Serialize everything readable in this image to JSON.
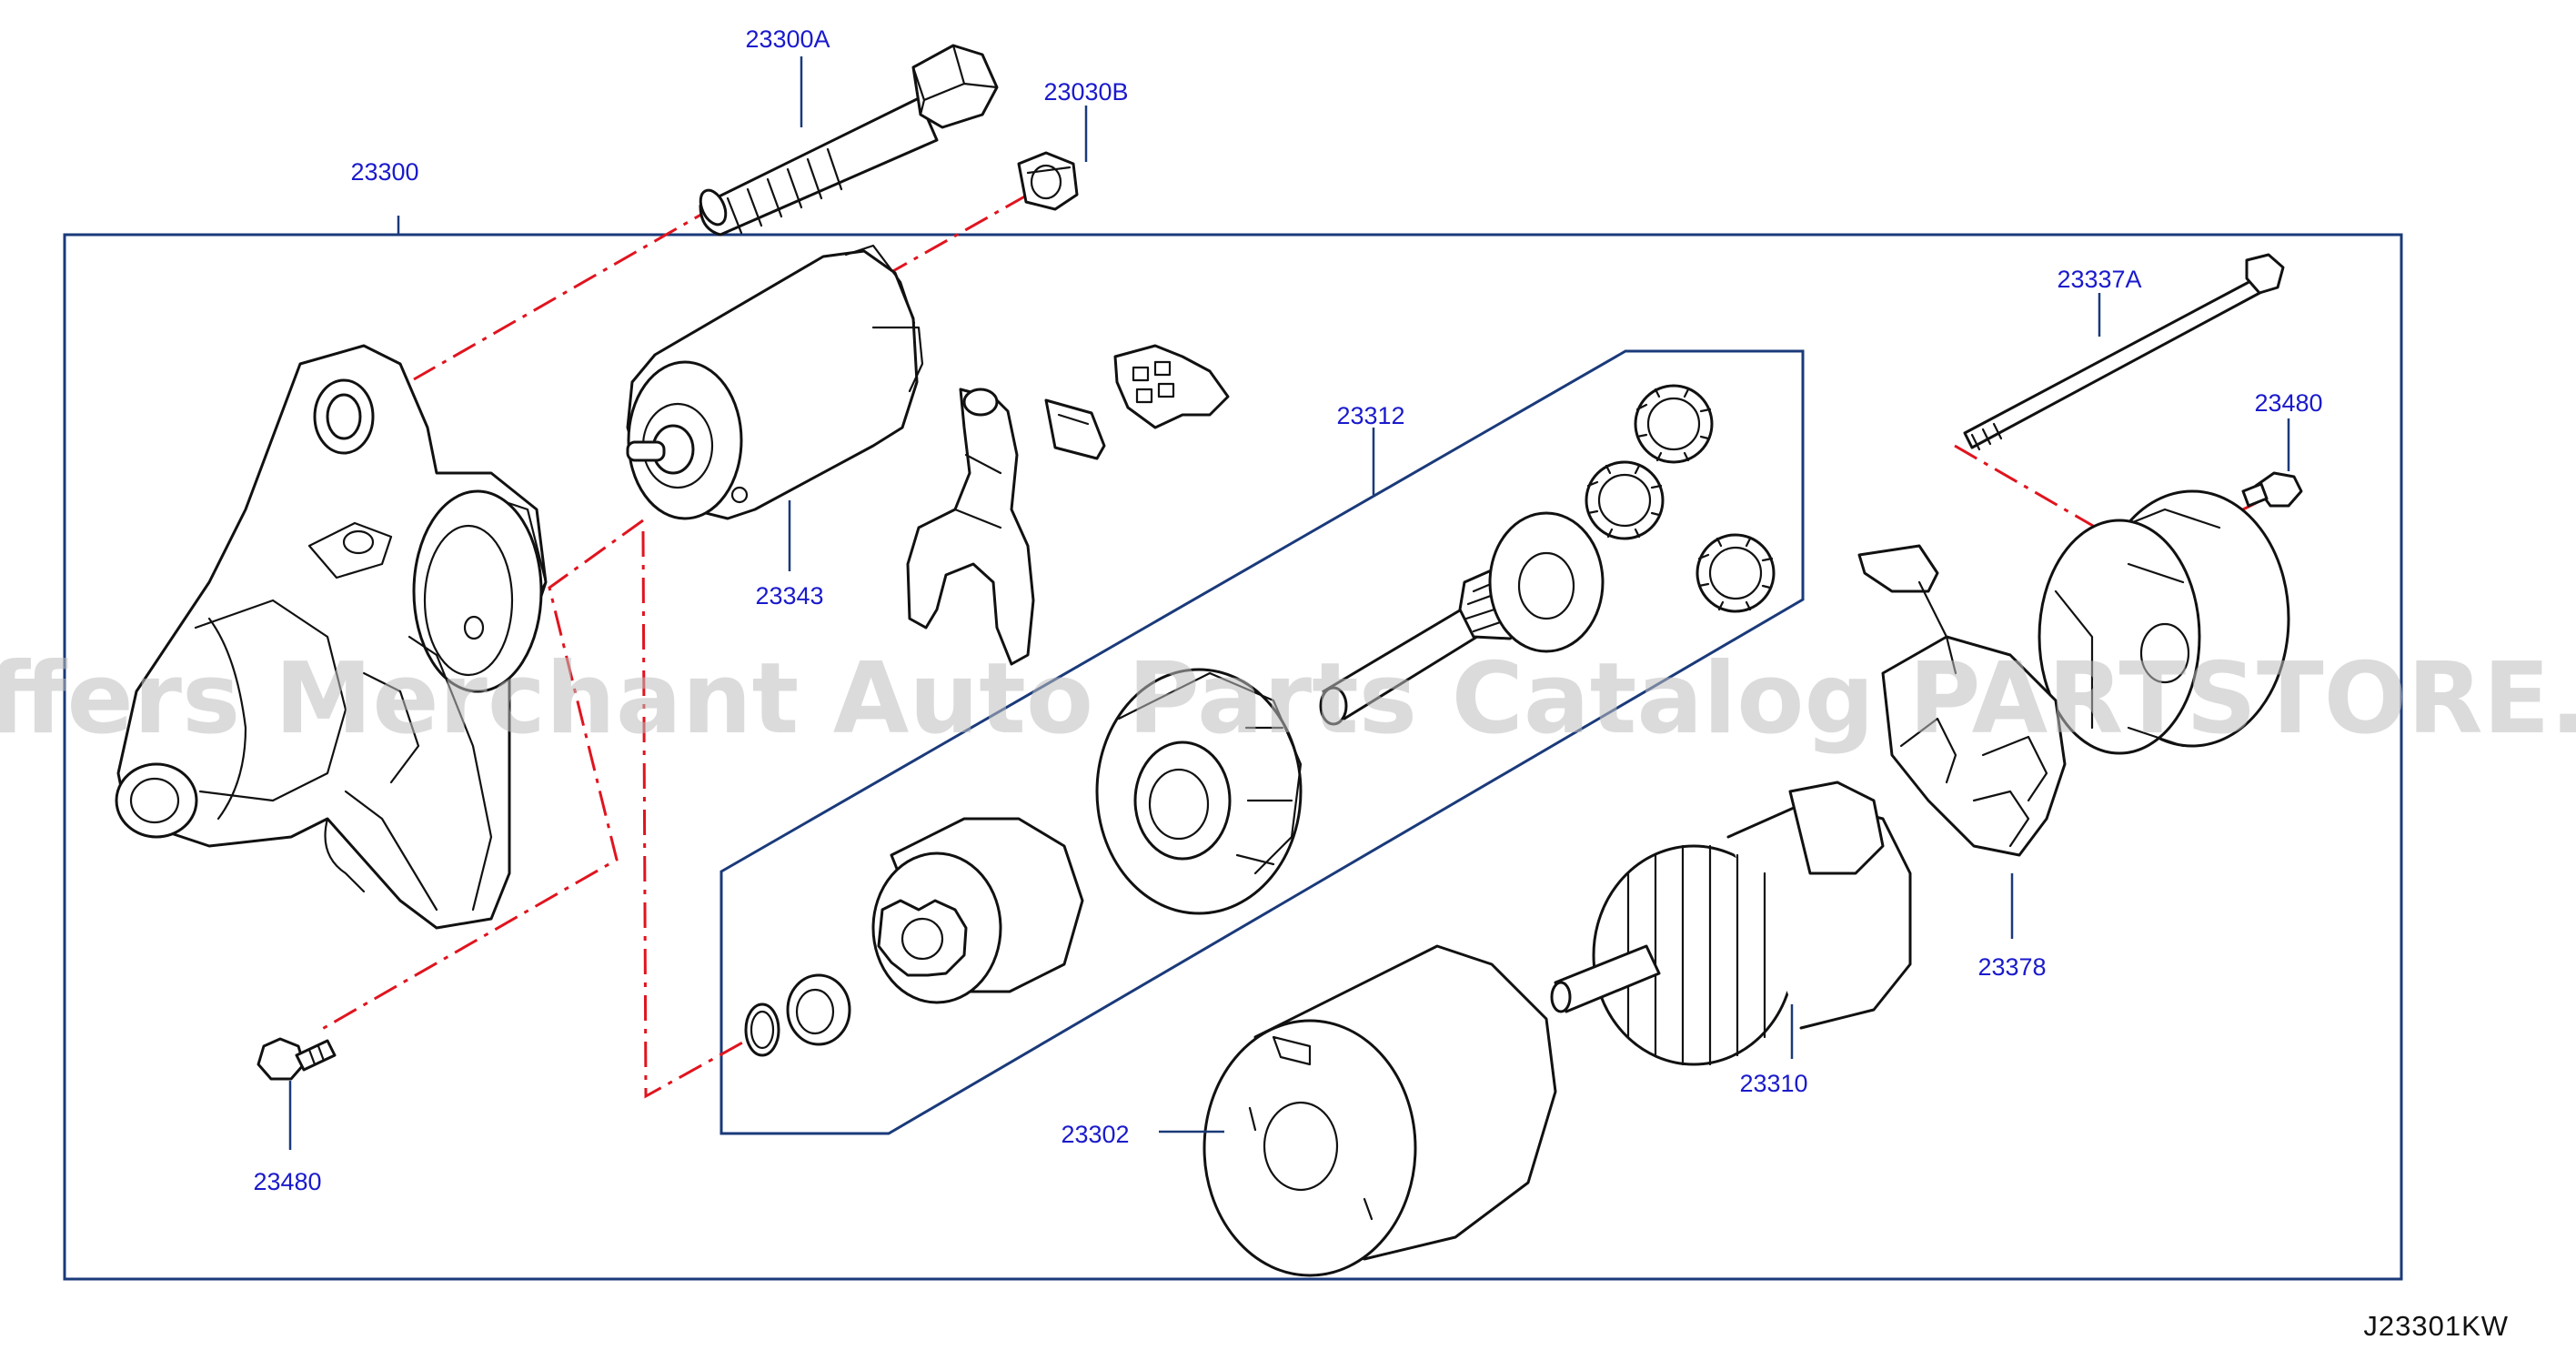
{
  "labels": {
    "starter_assembly": "23300",
    "bolt": "23300A",
    "nut": "23030B",
    "solenoid": "23343",
    "gear_set": "23312",
    "through_bolt": "23337A",
    "screw_right": "23480",
    "screw_left": "23480",
    "brush_holder": "23378",
    "armature": "23310",
    "yoke": "23302"
  },
  "diagram_code": "J23301KW",
  "watermark": "Offers Merchant Auto Parts Catalog PARTSTORE.SA",
  "colors": {
    "label": "#1a1acc",
    "frame": "#1a3a7a",
    "assembly_line": "#e0141e",
    "outline": "#111111"
  }
}
